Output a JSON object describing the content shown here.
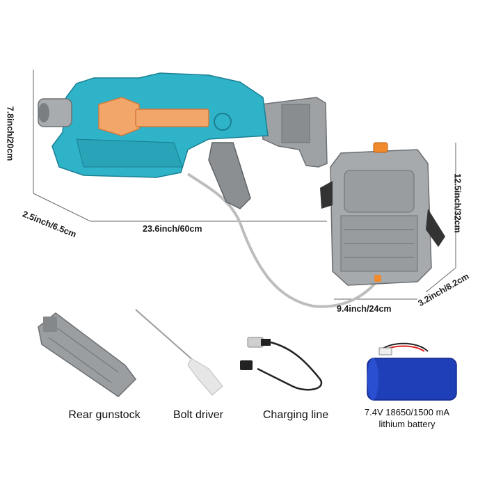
{
  "dimensions": {
    "height_gun": "7.8inch/20cm",
    "width_gun": "2.5inch/6.5cm",
    "length_gun": "23.6inch/60cm",
    "height_backpack": "12.5inch/32cm",
    "width_backpack": "9.4inch/24cm",
    "depth_backpack": "3.2inch/8.2cm"
  },
  "accessories": [
    {
      "icon": "gunstock-icon",
      "label": "Rear gunstock"
    },
    {
      "icon": "screwdriver-icon",
      "label": "Bolt driver"
    },
    {
      "icon": "usb-cable-icon",
      "label": "Charging line"
    },
    {
      "icon": "battery-icon",
      "label": "7.4V 18650/1500 mA",
      "label2": "lithium battery"
    }
  ],
  "colors": {
    "gun_body": "#2fb3c9",
    "gun_accent": "#f0a060",
    "gray_part": "#9a9da0",
    "battery_blue": "#1e3fb8"
  }
}
